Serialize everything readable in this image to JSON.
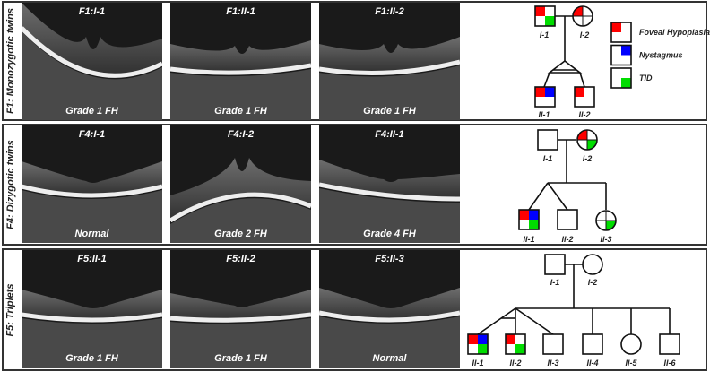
{
  "colors": {
    "foveal_hypoplasia": "#ff0000",
    "nystagmus": "#0000ff",
    "tid": "#00dd00"
  },
  "rows": [
    {
      "label": "F1: Monozygotic twins",
      "images": [
        {
          "id": "F1:I-1",
          "grade": "Grade 1 FH"
        },
        {
          "id": "F1:II-1",
          "grade": "Grade 1 FH"
        },
        {
          "id": "F1:II-2",
          "grade": "Grade 1 FH"
        }
      ]
    },
    {
      "label": "F4: Dizygotic twins",
      "images": [
        {
          "id": "F4:I-1",
          "grade": "Normal"
        },
        {
          "id": "F4:I-2",
          "grade": "Grade 2 FH"
        },
        {
          "id": "F4:II-1",
          "grade": "Grade 4 FH"
        }
      ]
    },
    {
      "label": "F5: Triplets",
      "images": [
        {
          "id": "F5:II-1",
          "grade": "Grade 1 FH"
        },
        {
          "id": "F5:II-2",
          "grade": "Grade 1 FH"
        },
        {
          "id": "F5:II-3",
          "grade": "Normal"
        }
      ]
    }
  ],
  "legend": [
    {
      "label": "Foveal Hypoplasia",
      "icon": "foveal-hypoplasia-quadrant"
    },
    {
      "label": "Nystagmus",
      "icon": "nystagmus-quadrant"
    },
    {
      "label": "TID",
      "icon": "tid-quadrant"
    }
  ],
  "pedigrees": {
    "f1": {
      "I-1": "I-1",
      "I-2": "I-2",
      "II-1": "II-1",
      "II-2": "II-2"
    },
    "f4": {
      "I-1": "I-1",
      "I-2": "I-2",
      "II-1": "II-1",
      "II-2": "II-2",
      "II-3": "II-3"
    },
    "f5": {
      "I-1": "I-1",
      "I-2": "I-2",
      "II-1": "II-1",
      "II-2": "II-2",
      "II-3": "II-3",
      "II-4": "II-4",
      "II-5": "II-5",
      "II-6": "II-6"
    }
  }
}
